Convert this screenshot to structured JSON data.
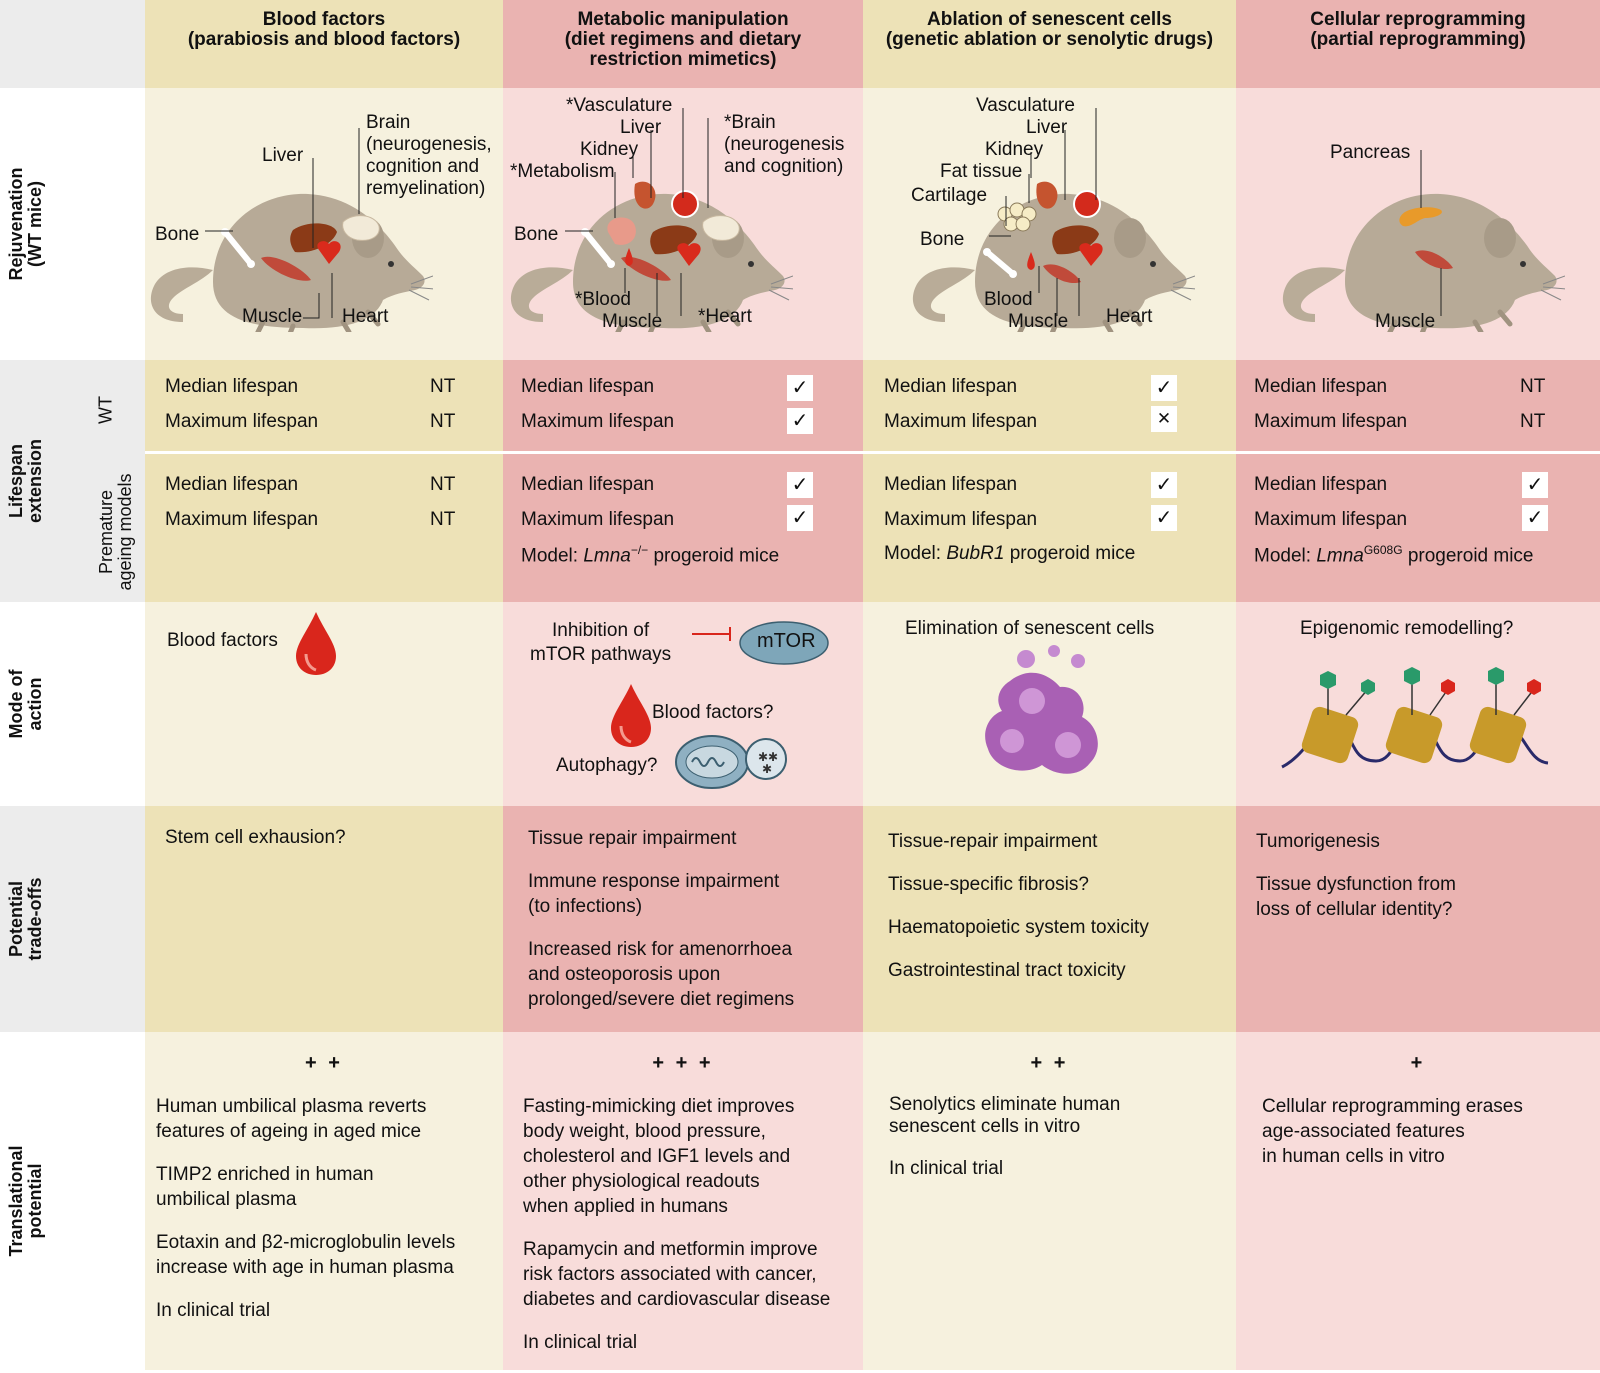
{
  "colors": {
    "tan": "#f0e8c4",
    "tan_light": "#f6f2e2",
    "pink": "#efb6b6",
    "pink_light": "#f7dada",
    "label_bg": "#ececec",
    "mouse": "#b7aa97",
    "blood": "#d9261c"
  },
  "headers": [
    {
      "title": "Blood factors",
      "subtitle": "(parabiosis and blood factors)"
    },
    {
      "title": "Metabolic manipulation",
      "subtitle": "(diet regimens and dietary",
      "subtitle2": "restriction mimetics)"
    },
    {
      "title": "Ablation of senescent cells",
      "subtitle": "(genetic ablation or senolytic drugs)"
    },
    {
      "title": "Cellular reprogramming",
      "subtitle": "(partial reprogramming)"
    }
  ],
  "row_labels": {
    "rejuvenation": [
      "Rejuvenation",
      "(WT mice)"
    ],
    "lifespan": [
      "Lifespan",
      "extension"
    ],
    "wt": "WT",
    "premature": [
      "Premature",
      "ageing models"
    ],
    "mode": [
      "Mode of",
      "action"
    ],
    "tradeoffs": [
      "Potential",
      "trade-offs"
    ],
    "translational": [
      "Translational",
      "potential"
    ]
  },
  "rejuvenation": {
    "c1": {
      "liver": "Liver",
      "brain": [
        "Brain",
        "(neurogenesis,",
        "cognition and",
        "remyelination)"
      ],
      "bone": "Bone",
      "muscle": "Muscle",
      "heart": "Heart"
    },
    "c2": {
      "vasculature": "*Vasculature",
      "liver": "Liver",
      "kidney": "Kidney",
      "metabolism": "*Metabolism",
      "brain": [
        "*Brain",
        "(neurogenesis",
        "and cognition)"
      ],
      "bone": "Bone",
      "blood": "*Blood",
      "muscle": "Muscle",
      "heart": "*Heart"
    },
    "c3": {
      "vasculature": "Vasculature",
      "liver": "Liver",
      "kidney": "Kidney",
      "fat": "Fat tissue",
      "cartilage": "Cartilage",
      "bone": "Bone",
      "blood": "Blood",
      "muscle": "Muscle",
      "heart": "Heart"
    },
    "c4": {
      "pancreas": "Pancreas",
      "muscle": "Muscle"
    }
  },
  "lifespan": {
    "median": "Median lifespan",
    "maximum": "Maximum lifespan",
    "nt": "NT",
    "check": "✓",
    "cross": "✕",
    "models": {
      "c2": {
        "prefix": "Model: ",
        "gene": "Lmna",
        "sup": "−/−",
        "suffix": " progeroid mice"
      },
      "c3": {
        "prefix": "Model: ",
        "gene": "BubR1",
        "sup": "",
        "suffix": " progeroid mice"
      },
      "c4": {
        "prefix": "Model: ",
        "gene": "Lmna",
        "sup": "G608G",
        "suffix": " progeroid mice"
      }
    }
  },
  "mode": {
    "c1": {
      "blood_factors": "Blood factors"
    },
    "c2": {
      "inhibition": [
        "Inhibition of",
        "mTOR pathways"
      ],
      "mtor": "mTOR",
      "blood_factors": "Blood factors?",
      "autophagy": "Autophagy?"
    },
    "c3": {
      "elimination": "Elimination of senescent cells"
    },
    "c4": {
      "epigenomic": "Epigenomic remodelling?"
    }
  },
  "tradeoffs": {
    "c1": [
      "Stem cell exhausion?"
    ],
    "c2": [
      [
        "Tissue repair impairment"
      ],
      [
        "Immune response impairment",
        "(to infections)"
      ],
      [
        "Increased risk for amenorrhoea",
        "and osteoporosis upon",
        "prolonged/severe diet regimens"
      ]
    ],
    "c3": [
      "Tissue-repair impairment",
      "Tissue-specific fibrosis?",
      "Haematopoietic system toxicity",
      "Gastrointestinal tract toxicity"
    ],
    "c4": [
      [
        "Tumorigenesis"
      ],
      [
        "Tissue dysfunction from",
        "loss of cellular identity?"
      ]
    ]
  },
  "translational": {
    "c1": {
      "score": "+ +",
      "items": [
        [
          "Human umbilical plasma reverts",
          "features of ageing in aged mice"
        ],
        [
          "TIMP2 enriched in human",
          "umbilical plasma"
        ],
        [
          "Eotaxin and β2-microglobulin levels",
          "increase with age in human plasma"
        ],
        [
          "In clinical trial"
        ]
      ]
    },
    "c2": {
      "score": "+ + +",
      "items": [
        [
          "Fasting-mimicking diet improves",
          "body weight, blood pressure,",
          "cholesterol and IGF1 levels and",
          "other physiological readouts",
          "when applied in humans"
        ],
        [
          "Rapamycin and metformin improve",
          "risk factors associated with cancer,",
          "diabetes and cardiovascular disease"
        ],
        [
          "In clinical trial"
        ]
      ]
    },
    "c3": {
      "score": "+ +",
      "items": [
        [
          "Senolytics eliminate human",
          "senescent cells in vitro"
        ],
        [
          "In clinical trial"
        ]
      ]
    },
    "c4": {
      "score": "+",
      "items": [
        [
          "Cellular reprogramming erases",
          "age-associated features",
          "in human cells in vitro"
        ]
      ]
    }
  }
}
